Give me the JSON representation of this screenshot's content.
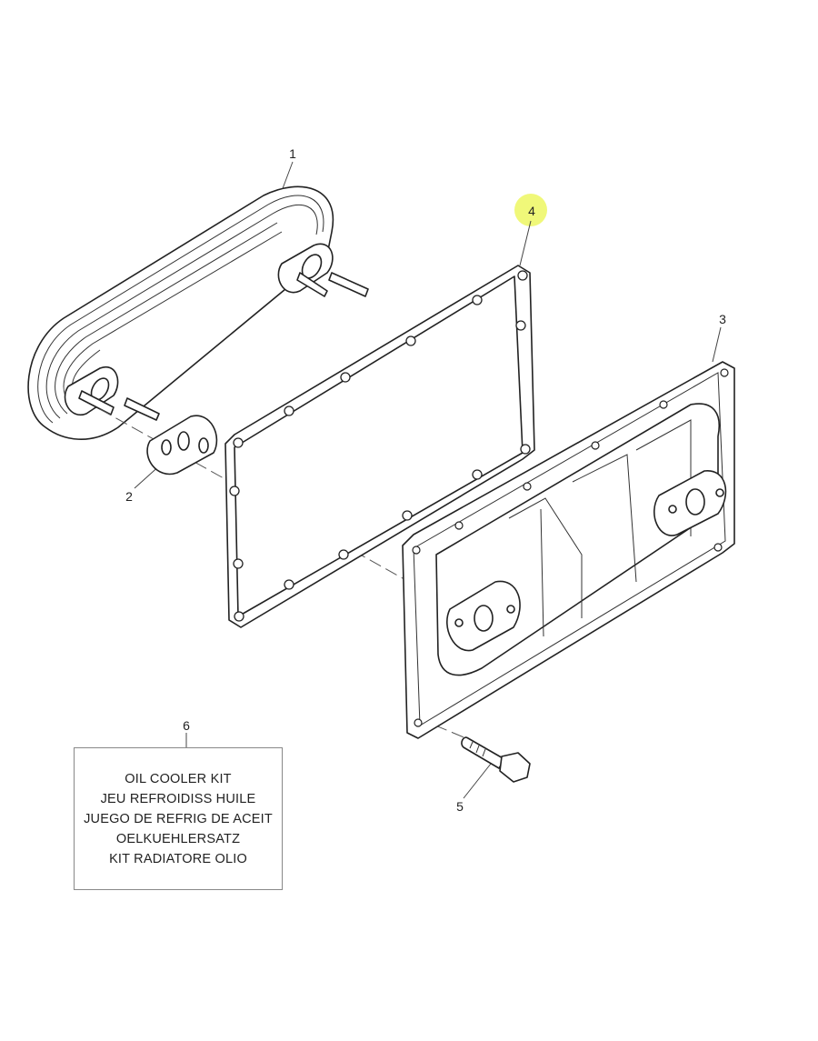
{
  "callouts": {
    "c1": "1",
    "c2": "2",
    "c3": "3",
    "c4": "4",
    "c5": "5",
    "c6": "6"
  },
  "kit_label": {
    "lines": [
      "OIL COOLER KIT",
      "JEU REFROIDISS HUILE",
      "JUEGO DE REFRIG DE ACEIT",
      "OELKUEHLERSATZ",
      "KIT RADIATORE OLIO"
    ]
  },
  "highlight_color": "#eef76a"
}
